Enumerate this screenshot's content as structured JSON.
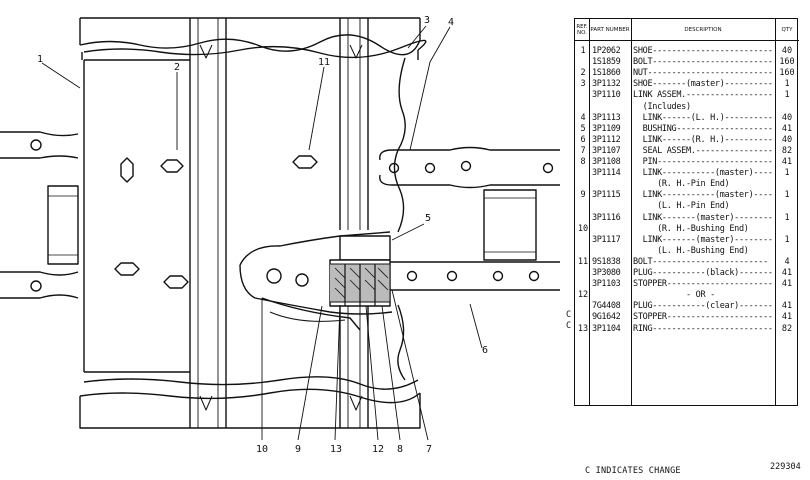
{
  "drawing": {
    "callouts": [
      {
        "id": "c1",
        "label": "1"
      },
      {
        "id": "c2",
        "label": "2"
      },
      {
        "id": "c3",
        "label": "3"
      },
      {
        "id": "c4",
        "label": "4"
      },
      {
        "id": "c11",
        "label": "11"
      },
      {
        "id": "c5",
        "label": "5"
      },
      {
        "id": "c6",
        "label": "6"
      },
      {
        "id": "c10",
        "label": "10"
      },
      {
        "id": "c9",
        "label": "9"
      },
      {
        "id": "c13",
        "label": "13"
      },
      {
        "id": "c12",
        "label": "12"
      },
      {
        "id": "c8",
        "label": "8"
      },
      {
        "id": "c7",
        "label": "7"
      }
    ]
  },
  "parts_list": {
    "headers": {
      "ref": "REF. NO.",
      "part": "PART NUMBER",
      "desc": "DESCRIPTION",
      "qty": "QTY"
    },
    "rows": [
      {
        "ref": "1",
        "part": "1P2062",
        "desc": "SHOE-------------------------",
        "qty": "40"
      },
      {
        "ref": "",
        "part": "1S1859",
        "desc": "BOLT--------------------------",
        "qty": "160"
      },
      {
        "ref": "2",
        "part": "1S1860",
        "desc": "NUT---------------------------",
        "qty": "160"
      },
      {
        "ref": "3",
        "part": "3P1132",
        "desc": "SHOE-------(master)-------------",
        "qty": "1"
      },
      {
        "ref": "",
        "part": "3P1110",
        "desc": "LINK ASSEM.---------------------",
        "qty": "1"
      },
      {
        "ref": "",
        "part": "",
        "desc": "  (Includes)",
        "qty": ""
      },
      {
        "ref": "4",
        "part": "3P1113",
        "desc": "  LINK------(L. H.)-------------",
        "qty": "40"
      },
      {
        "ref": "5",
        "part": "3P1109",
        "desc": "  BUSHING-----------------------",
        "qty": "41"
      },
      {
        "ref": "6",
        "part": "3P1112",
        "desc": "  LINK------(R. H.)-------------",
        "qty": "40"
      },
      {
        "ref": "7",
        "part": "3P1107",
        "desc": "  SEAL ASSEM.-------------------",
        "qty": "82"
      },
      {
        "ref": "8",
        "part": "3P1108",
        "desc": "  PIN---------------------------",
        "qty": "41"
      },
      {
        "ref": "",
        "part": "3P1114",
        "desc": "  LINK-----------(master)-------",
        "qty": "1"
      },
      {
        "ref": "",
        "part": "",
        "desc": "     (R. H.-Pin End)",
        "qty": ""
      },
      {
        "ref": "9",
        "part": "3P1115",
        "desc": "  LINK-----------(master)-------",
        "qty": "1"
      },
      {
        "ref": "",
        "part": "",
        "desc": "     (L. H.-Pin End)",
        "qty": ""
      },
      {
        "ref": "",
        "part": "3P1116",
        "desc": "  LINK-------(master)-----------",
        "qty": "1"
      },
      {
        "ref": "10",
        "part": "",
        "desc": "     (R. H.-Bushing End)",
        "qty": ""
      },
      {
        "ref": "",
        "part": "3P1117",
        "desc": "  LINK-------(master)-----------",
        "qty": "1"
      },
      {
        "ref": "",
        "part": "",
        "desc": "     (L. H.-Bushing End)",
        "qty": ""
      },
      {
        "ref": "11",
        "part": "9S1838",
        "desc": "BOLT------------------------",
        "qty": "4"
      },
      {
        "ref": "",
        "part": "3P3080",
        "desc": "PLUG-----------(black)----------",
        "qty": "41"
      },
      {
        "ref": "",
        "part": "3P1103",
        "desc": "STOPPER-----------------------",
        "qty": "41"
      },
      {
        "ref": "12",
        "part": "",
        "desc": "           - OR -",
        "qty": ""
      },
      {
        "ref": "",
        "part": "7G4408",
        "desc": "PLUG-----------(clear)----------",
        "qty": "41"
      },
      {
        "ref": "",
        "part": "9G1642",
        "desc": "STOPPER-----------------------",
        "qty": "41"
      },
      {
        "ref": "13",
        "part": "3P1104",
        "desc": "RING--------------------------",
        "qty": "82"
      }
    ],
    "change_marks": [
      "C",
      "C"
    ]
  },
  "legend": "C INDICATES CHANGE",
  "illustration_number": "229304"
}
